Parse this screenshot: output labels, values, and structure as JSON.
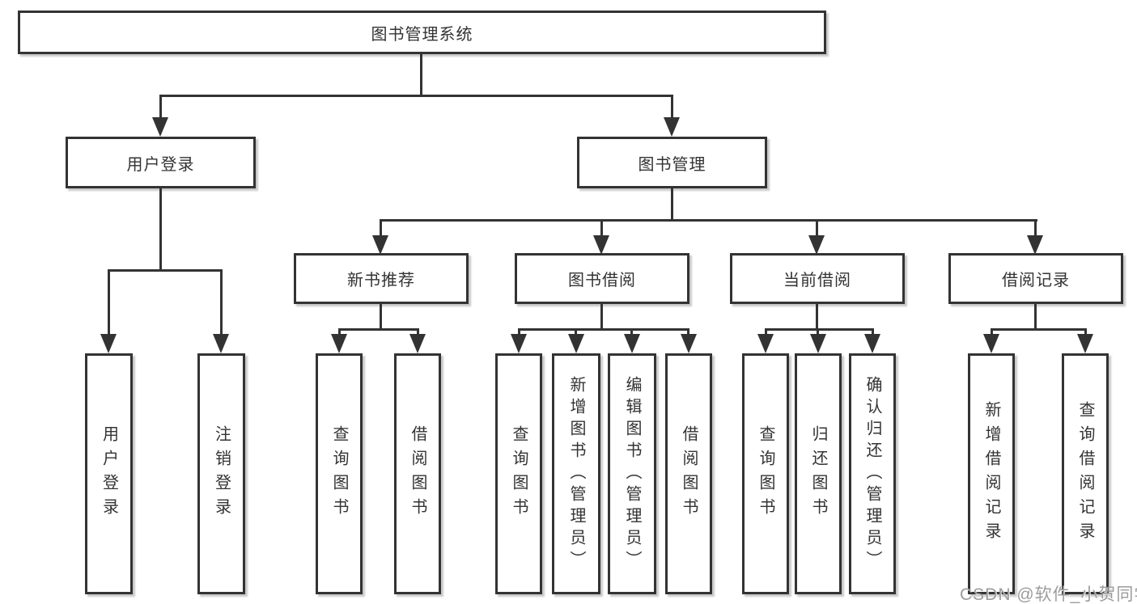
{
  "tree": {
    "label": "图书管理系统",
    "children": [
      {
        "label": "用户登录",
        "children": [
          {
            "label": "用户登录"
          },
          {
            "label": "注销登录"
          }
        ]
      },
      {
        "label": "图书管理",
        "children": [
          {
            "label": "新书推荐",
            "children": [
              {
                "label": "查询图书"
              },
              {
                "label": "借阅图书"
              }
            ]
          },
          {
            "label": "图书借阅",
            "children": [
              {
                "label": "查询图书"
              },
              {
                "label": "新增图书（管理员）"
              },
              {
                "label": "编辑图书（管理员）"
              },
              {
                "label": "借阅图书"
              }
            ]
          },
          {
            "label": "当前借阅",
            "children": [
              {
                "label": "查询图书"
              },
              {
                "label": "归还图书"
              },
              {
                "label": "确认归还（管理员）"
              }
            ]
          },
          {
            "label": "借阅记录",
            "children": [
              {
                "label": "新增借阅记录"
              },
              {
                "label": "查询借阅记录"
              }
            ]
          }
        ]
      }
    ]
  },
  "watermark": {
    "text": "CSDN @软件_小贺同学"
  },
  "colors": {
    "line": "#333333",
    "text": "#333333",
    "box_background": "#ffffff",
    "watermark": "#9c9c9c",
    "page_background": "#ffffff"
  }
}
